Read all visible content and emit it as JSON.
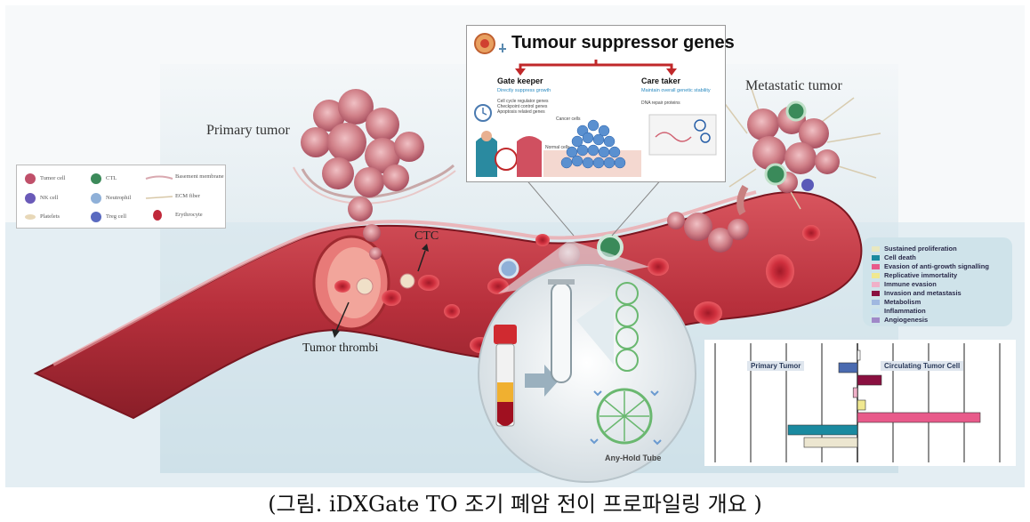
{
  "figure": {
    "labels": {
      "primary_tumor": "Primary tumor",
      "metastatic_tumor": "Metastatic tumor",
      "ctc": "CTC",
      "tumor_thrombi": "Tumor thrombi",
      "any_hold_tube": "Any-Hold Tube"
    },
    "legend": [
      {
        "label": "Tumor cell",
        "icon": "tumor-cell-icon",
        "color": "#c0506a"
      },
      {
        "label": "CTL",
        "icon": "ctl-icon",
        "color": "#3c8a5a"
      },
      {
        "label": "Basement membrane",
        "icon": "membrane-icon",
        "color": "#d9a9b0"
      },
      {
        "label": "NK cell",
        "icon": "nk-cell-icon",
        "color": "#6a5ab8"
      },
      {
        "label": "Neutrophil",
        "icon": "neutrophil-icon",
        "color": "#8fb0d8"
      },
      {
        "label": "ECM fiber",
        "icon": "ecm-fiber-icon",
        "color": "#d8c8a8"
      },
      {
        "label": "Platelets",
        "icon": "platelet-icon",
        "color": "#e8d8b8"
      },
      {
        "label": "Treg cell",
        "icon": "treg-icon",
        "color": "#5a6ac0"
      },
      {
        "label": "Erythrocyte",
        "icon": "erythrocyte-icon",
        "color": "#c0283a"
      }
    ],
    "tsg_panel": {
      "title": "Tumour suppressor genes",
      "gate_keeper": "Gate keeper",
      "gate_keeper_sub": "Directly suppress growth",
      "care_taker": "Care taker",
      "care_taker_sub": "Maintain overall genetic stability",
      "gk_items": [
        "Cell cycle regulator genes",
        "Checkpoint control genes",
        "Apoptosis related genes"
      ],
      "ct_items": [
        "DNA repair proteins"
      ],
      "cancer_cells": "Cancer cells",
      "normal_cells": "Normal cells"
    },
    "hallmarks": [
      {
        "label": "Sustained proliferation",
        "color": "#e8e8c0"
      },
      {
        "label": "Cell death",
        "color": "#1a8aa0"
      },
      {
        "label": "Evasion of anti-growth signalling",
        "color": "#e85a8a"
      },
      {
        "label": "Replicative immortality",
        "color": "#f0e890"
      },
      {
        "label": "Immune evasion",
        "color": "#f0b0c8"
      },
      {
        "label": "Invasion and metastasis",
        "color": "#8a1040"
      },
      {
        "label": "Metabolism",
        "color": "#a0b8e0"
      },
      {
        "label": "Inflammation",
        "color": "#c8e0f0"
      },
      {
        "label": "Angiogenesis",
        "color": "#a088c8"
      }
    ],
    "barchart": {
      "left_header": "Primary Tumor",
      "right_header": "Circulating Tumor Cell",
      "bars": [
        {
          "hallmark": "Sustained proliferation",
          "value": 0.05,
          "color": "#ffffff"
        },
        {
          "hallmark": "Evasion of anti-growth signalling",
          "value": -0.35,
          "color": "#4a6ab0"
        },
        {
          "hallmark": "Invasion and metastasis",
          "value": 0.45,
          "color": "#8a1040"
        },
        {
          "hallmark": "Immune evasion",
          "value": -0.08,
          "color": "#f0b0c8"
        },
        {
          "hallmark": "Replicative immortality",
          "value": 0.15,
          "color": "#f0e890"
        },
        {
          "hallmark": "Evasion of anti-growth signalling",
          "value": 2.3,
          "color": "#e85a8a"
        },
        {
          "hallmark": "Cell death",
          "value": -1.3,
          "color": "#1a8aa0"
        },
        {
          "hallmark": "Sustained proliferation",
          "value": -1.0,
          "color": "#ece6d0"
        }
      ]
    }
  },
  "caption": "(그림. iDXGate TO 조기 폐암 전이 프로파일링 개요 )"
}
